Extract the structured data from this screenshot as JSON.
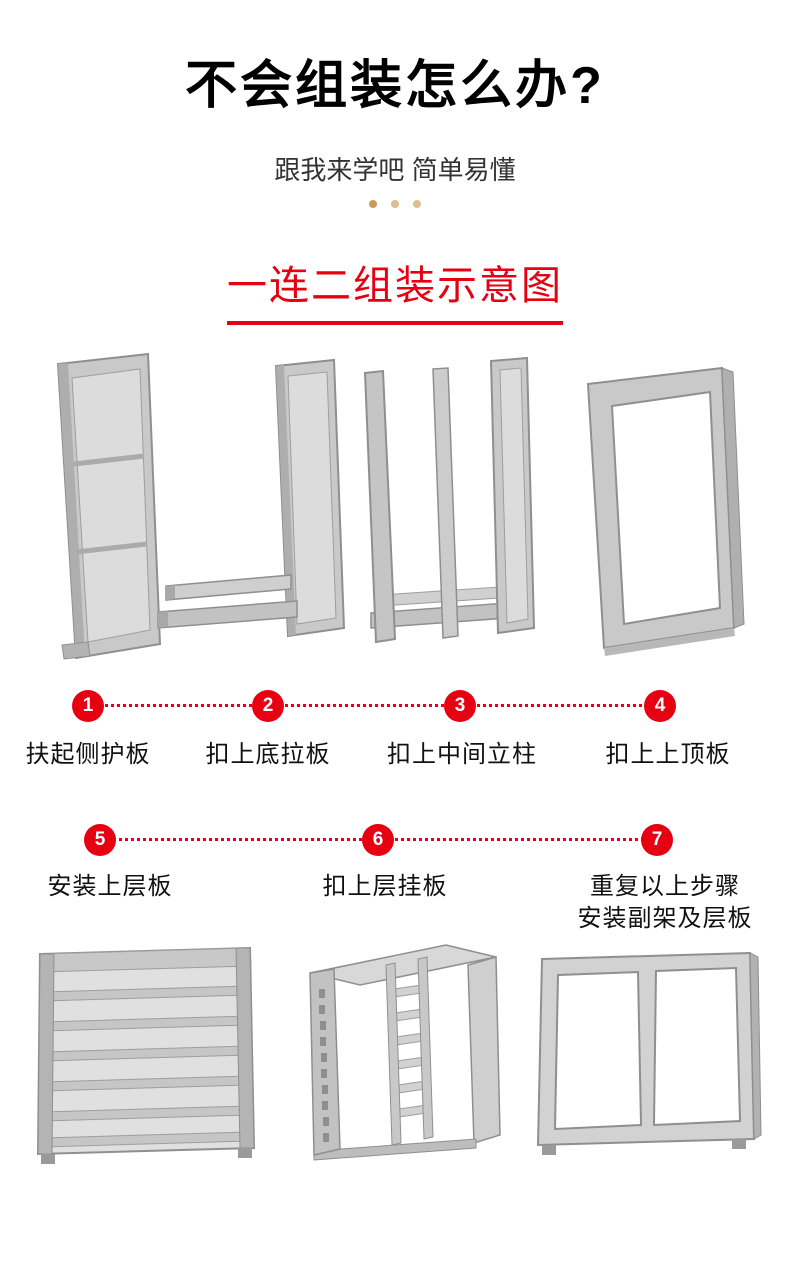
{
  "header": {
    "title": "不会组装怎么办?",
    "subtitle": "跟我来学吧 简单易懂"
  },
  "section": {
    "title": "一连二组装示意图"
  },
  "steps": [
    {
      "num": "1",
      "label": "扶起侧护板"
    },
    {
      "num": "2",
      "label": "扣上底拉板"
    },
    {
      "num": "3",
      "label": "扣上中间立柱"
    },
    {
      "num": "4",
      "label": "扣上上顶板"
    },
    {
      "num": "5",
      "label": "安装上层板"
    },
    {
      "num": "6",
      "label": "扣上层挂板"
    },
    {
      "num": "7",
      "label": "重复以上步骤",
      "label_line2": "安装副架及层板"
    }
  ],
  "illustrations": {
    "step1": "side-panel",
    "step2": "side-panel-with-base-rails",
    "step3": "frame-with-middle-column",
    "step4": "complete-frame",
    "result1": "assembled-bookshelf-with-shelves",
    "result2": "shelf-with-hanging-panels",
    "result3": "double-bay-frame"
  },
  "colors": {
    "accent_red": "#e60012",
    "dot_a": "#cd9a57",
    "dot_b": "#ddbd93",
    "dot_c": "#ddbd93",
    "text_dark": "#111111",
    "metal_gray": "#c9c9c9"
  }
}
